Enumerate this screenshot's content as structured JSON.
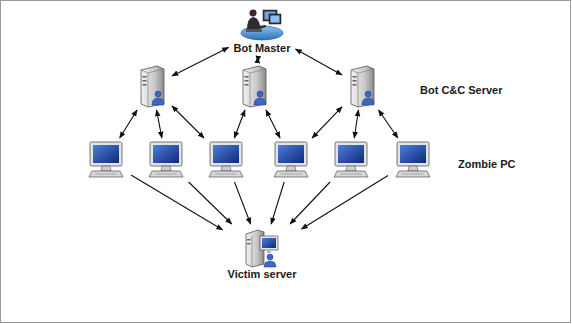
{
  "diagram": {
    "nodes": [
      {
        "text": [
          "Bot Master"
        ]
      },
      {
        "text": []
      },
      {
        "text": []
      },
      {
        "text": []
      },
      {
        "text": []
      },
      {
        "text": []
      },
      {
        "text": []
      },
      {
        "text": []
      },
      {
        "text": []
      },
      {
        "text": []
      },
      {
        "text": [
          "Victim server"
        ]
      }
    ],
    "edges": [
      {
        "from": 0,
        "to": 1,
        "arrow": "both"
      },
      {
        "from": 0,
        "to": 2,
        "arrow": "both"
      },
      {
        "from": 0,
        "to": 3,
        "arrow": "both"
      },
      {
        "from": 1,
        "to": 4,
        "arrow": "both"
      },
      {
        "from": 1,
        "to": 5,
        "arrow": "both"
      },
      {
        "from": 1,
        "to": 6,
        "arrow": "both"
      },
      {
        "from": 2,
        "to": 6,
        "arrow": "both"
      },
      {
        "from": 2,
        "to": 7,
        "arrow": "both"
      },
      {
        "from": 3,
        "to": 7,
        "arrow": "both"
      },
      {
        "from": 3,
        "to": 8,
        "arrow": "both"
      },
      {
        "from": 3,
        "to": 9,
        "arrow": "both"
      },
      {
        "from": 4,
        "to": 10,
        "arrow": "to"
      },
      {
        "from": 5,
        "to": 10,
        "arrow": "to"
      },
      {
        "from": 6,
        "to": 10,
        "arrow": "to"
      },
      {
        "from": 7,
        "to": 10,
        "arrow": "to"
      },
      {
        "from": 8,
        "to": 10,
        "arrow": "to"
      },
      {
        "from": 9,
        "to": 10,
        "arrow": "to"
      }
    ],
    "labels": [
      "Bot C&C Server",
      "Zombie PC"
    ]
  }
}
